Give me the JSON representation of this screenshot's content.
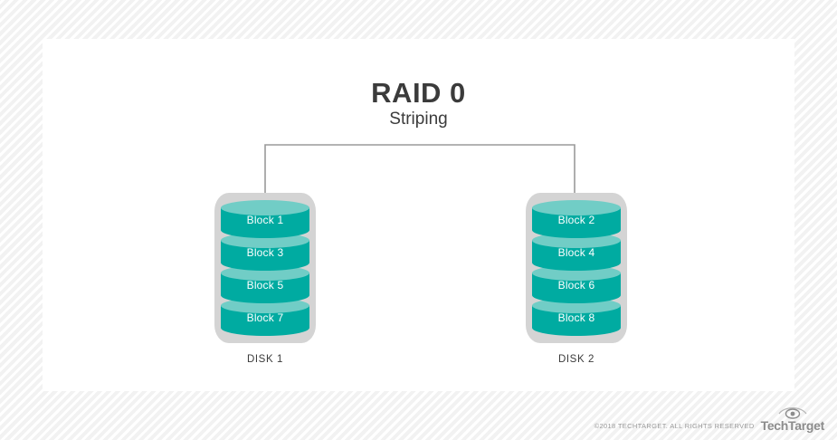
{
  "header": {
    "title": "RAID 0",
    "subtitle": "Striping"
  },
  "colors": {
    "block_body": "#00aba1",
    "block_top": "#71cdc6",
    "disk_shell": "#d4d4d4",
    "connector": "#9a9a9a",
    "title_text": "#3b3b3b",
    "card_background": "#ffffff",
    "page_background": "#f2f2f2"
  },
  "diagram": {
    "type": "raid-striping",
    "connector_name": "controller-bracket",
    "disks": [
      {
        "id": "disk-1",
        "caption": "DISK 1",
        "blocks": [
          {
            "label": "Block 1"
          },
          {
            "label": "Block 3"
          },
          {
            "label": "Block 5"
          },
          {
            "label": "Block 7"
          }
        ]
      },
      {
        "id": "disk-2",
        "caption": "DISK 2",
        "blocks": [
          {
            "label": "Block 2"
          },
          {
            "label": "Block 4"
          },
          {
            "label": "Block 6"
          },
          {
            "label": "Block 8"
          }
        ]
      }
    ]
  },
  "footer": {
    "copyright": "©2018 TECHTARGET. ALL RIGHTS RESERVED",
    "brand_name": "TechTarget",
    "brand_mark_icon": "eye-icon"
  }
}
